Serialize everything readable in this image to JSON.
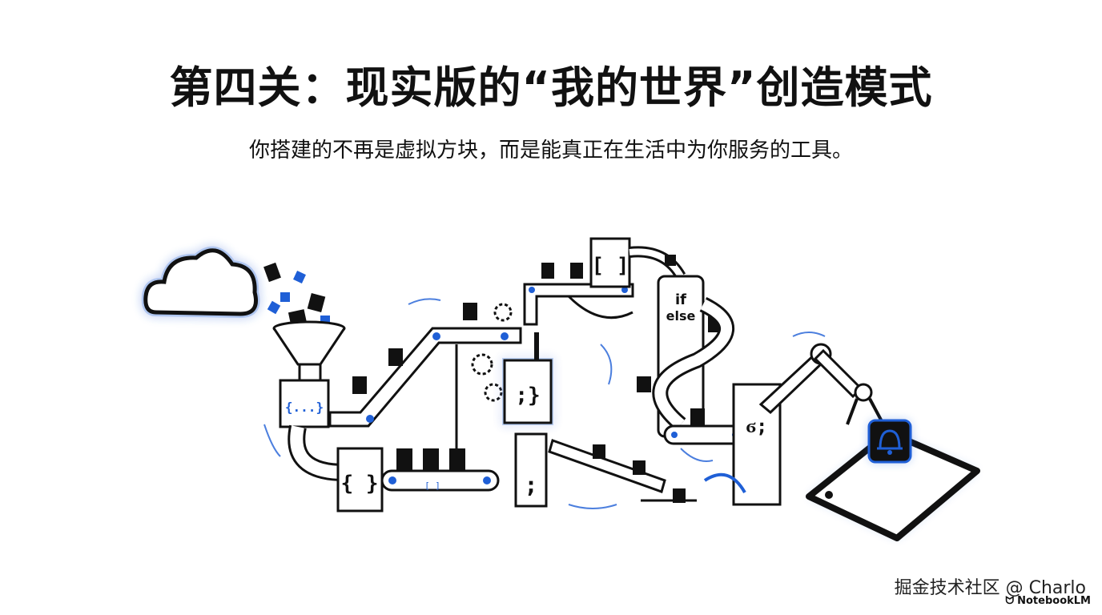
{
  "slide": {
    "title": "第四关：现实版的“我的世界”创造模式",
    "subtitle": "你搭建的不再是虚拟方块，而是能真正在生活中为你服务的工具。"
  },
  "illustration": {
    "labels": {
      "funnel_box": "{...}",
      "lower_box": "{ }",
      "gear_box": ";}",
      "top_box": "[ ]",
      "if": "if",
      "else": "else",
      "semicolon_box": ";",
      "arm_base": "ϭ;",
      "belt_marker": "[ ]"
    },
    "icons": [
      "cloud-icon",
      "funnel-icon",
      "gear-icon",
      "robot-arm-icon",
      "smartphone-icon",
      "bell-icon"
    ],
    "accent_color": "#1f5fd6"
  },
  "footer": {
    "watermark": "掘金技术社区 @ Charlo",
    "brand": "NotebookLM"
  }
}
